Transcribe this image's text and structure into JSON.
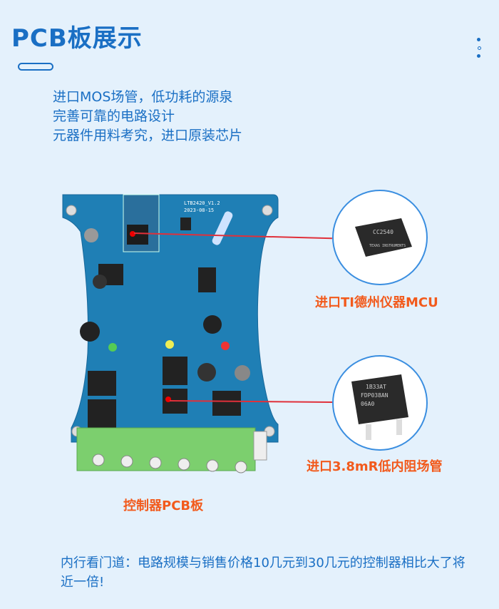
{
  "header": {
    "title": "PCB板展示"
  },
  "features": [
    "进口MOS场管，低功耗的源泉",
    "完善可靠的电路设计",
    "元器件用料考究，进口原装芯片"
  ],
  "pcb": {
    "label": "控制器PCB板",
    "silkscreen_model": "LTB2420_V1.2",
    "silkscreen_date": "2023-08-15"
  },
  "callouts": [
    {
      "label": "进口TI德州仪器MCU",
      "chip_marking": "CC2540",
      "chip_brand": "TEXAS INSTRUMENTS"
    },
    {
      "label": "进口3.8mR低内阻场管",
      "chip_marking": [
        "1B33AT",
        "FDP038AN",
        "06A0"
      ]
    }
  ],
  "footer": {
    "text": "内行看门道：电路规模与销售价格10几元到30几元的控制器相比大了将近一倍!"
  },
  "colors": {
    "primary": "#1a6fc4",
    "accent": "#f25a1c",
    "pcb": "#1f7fb5",
    "connector": "#7ccf6e",
    "pointer": "#e0303a"
  }
}
